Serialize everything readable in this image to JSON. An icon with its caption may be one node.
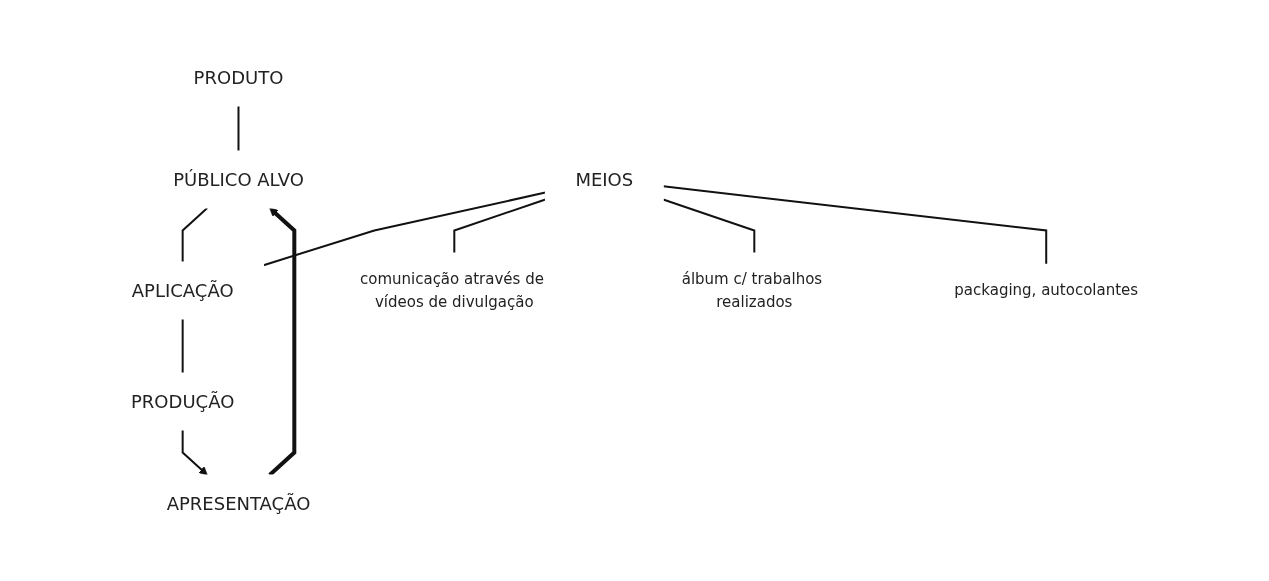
{
  "diagram": {
    "nodes": [
      {
        "text": [
          "PRODUTO"
        ]
      },
      {
        "text": [
          "PÚBLICO ALVO"
        ]
      },
      {
        "text": [
          "MEIOS"
        ]
      },
      {
        "text": [
          "APLICAÇÃO"
        ]
      },
      {
        "text": [
          "PRODUÇÃO"
        ]
      },
      {
        "text": [
          "APRESENTAÇÃO"
        ]
      },
      {
        "text": [
          "comunicação através de vídeos de divulgação"
        ]
      },
      {
        "text": [
          "álbum c/ trabalhos realizados"
        ]
      },
      {
        "text": [
          "packaging, autocolantes"
        ]
      }
    ],
    "edges": [
      {
        "from": 0,
        "to": 1,
        "arrow": "none"
      },
      {
        "from": 1,
        "to": 3,
        "arrow": "none"
      },
      {
        "from": 2,
        "to": 3,
        "arrow": "none"
      },
      {
        "from": 3,
        "to": 4,
        "arrow": "none"
      },
      {
        "from": 4,
        "to": 5,
        "arrow": "to"
      },
      {
        "from": 5,
        "to": 1,
        "arrow": "to",
        "style": "thick"
      },
      {
        "from": 2,
        "to": 6,
        "arrow": "none"
      },
      {
        "from": 2,
        "to": 7,
        "arrow": "none"
      },
      {
        "from": 2,
        "to": 8,
        "arrow": "none"
      }
    ]
  }
}
